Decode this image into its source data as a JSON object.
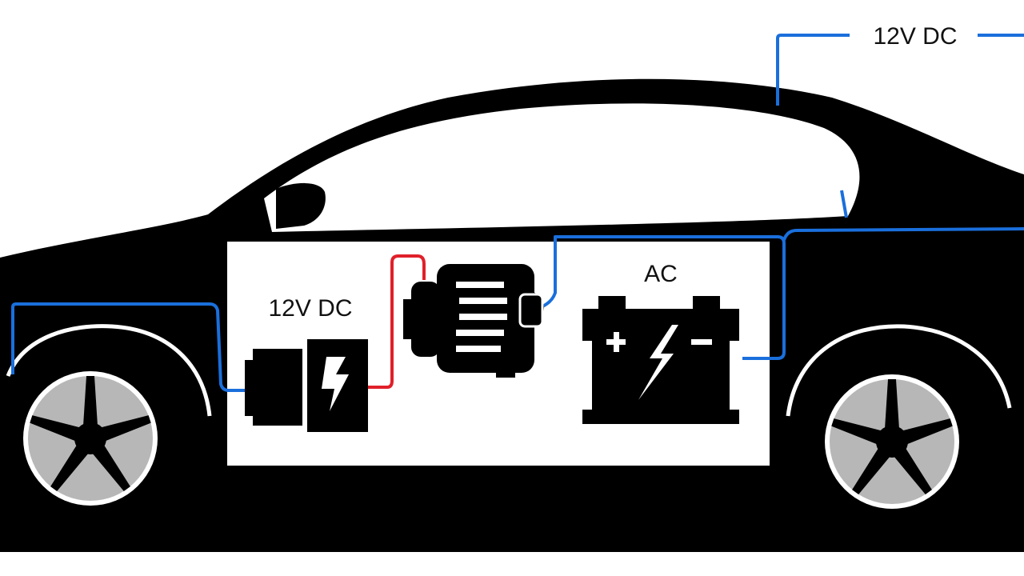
{
  "labels": {
    "top_right": "12V DC",
    "left_panel": "12V DC",
    "battery_area": "AC"
  },
  "colors": {
    "background": "#ffffff",
    "car_body": "#000000",
    "panel": "#ffffff",
    "wire_blue": "#1a6fdc",
    "wire_red": "#e0202a",
    "wheel_rim": "#b7b7b7"
  },
  "icons": {
    "dc_unit": "dc-unit-icon",
    "alternator": "alternator-icon",
    "battery": "car-battery-icon"
  }
}
